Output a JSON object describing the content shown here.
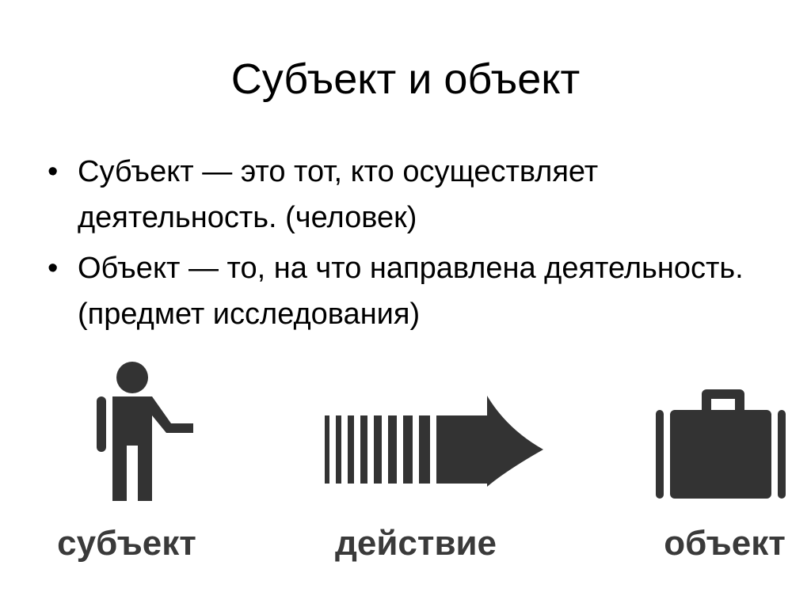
{
  "slide": {
    "title": "Субъект и объект",
    "bullets": [
      {
        "bullet_char": "•",
        "text": "Субъект — это тот, кто осуществляет деятельность. (человек)"
      },
      {
        "bullet_char": "•",
        "text": "Объект — то, на что направлена деятельность. (предмет исследования)"
      }
    ]
  },
  "diagram": {
    "subject_label": "субъект",
    "action_label": "действие",
    "object_label": "объект",
    "icons": {
      "subject": "person-icon",
      "action": "arrow-icon",
      "object": "suitcase-icon"
    },
    "colors": {
      "icon": "#333333",
      "label": "#3a3a3a"
    }
  }
}
